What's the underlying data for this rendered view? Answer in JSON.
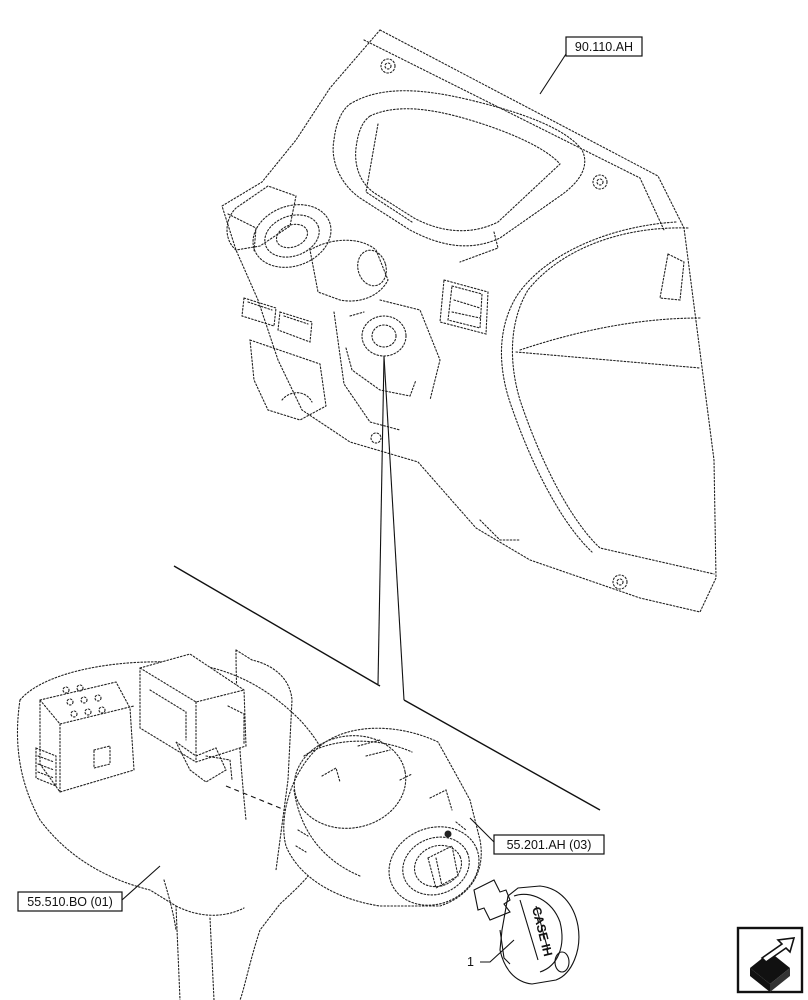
{
  "references": [
    {
      "id": "ref-90-110-ah",
      "text": "90.110.AH"
    },
    {
      "id": "ref-55-201-ah",
      "text": "55.201.AH (03)"
    },
    {
      "id": "ref-55-510-bo",
      "text": "55.510.BO (01)"
    }
  ],
  "callouts": [
    {
      "id": "callout-1",
      "text": "1"
    }
  ],
  "key_brand": "CASE IH"
}
